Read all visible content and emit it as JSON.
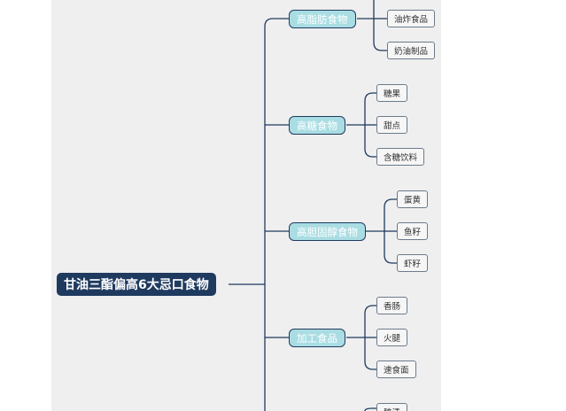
{
  "mindmap": {
    "root": "甘油三酯偏高6大忌口食物",
    "branches": [
      {
        "label": "高脂肪食物",
        "children": [
          "油炸食品",
          "奶油制品"
        ]
      },
      {
        "label": "高糖食物",
        "children": [
          "糖果",
          "甜点",
          "含糖饮料"
        ]
      },
      {
        "label": "高胆固醇食物",
        "children": [
          "蛋黄",
          "鱼籽",
          "虾籽"
        ]
      },
      {
        "label": "加工食品",
        "children": [
          "香肠",
          "火腿",
          "速食面"
        ]
      }
    ],
    "partial_leaf": "腌渍"
  },
  "colors": {
    "canvas": "#efefef",
    "root_fill": "#1f3a5f",
    "branch_fill": "#a9dde3",
    "line": "#1f3a5f"
  }
}
